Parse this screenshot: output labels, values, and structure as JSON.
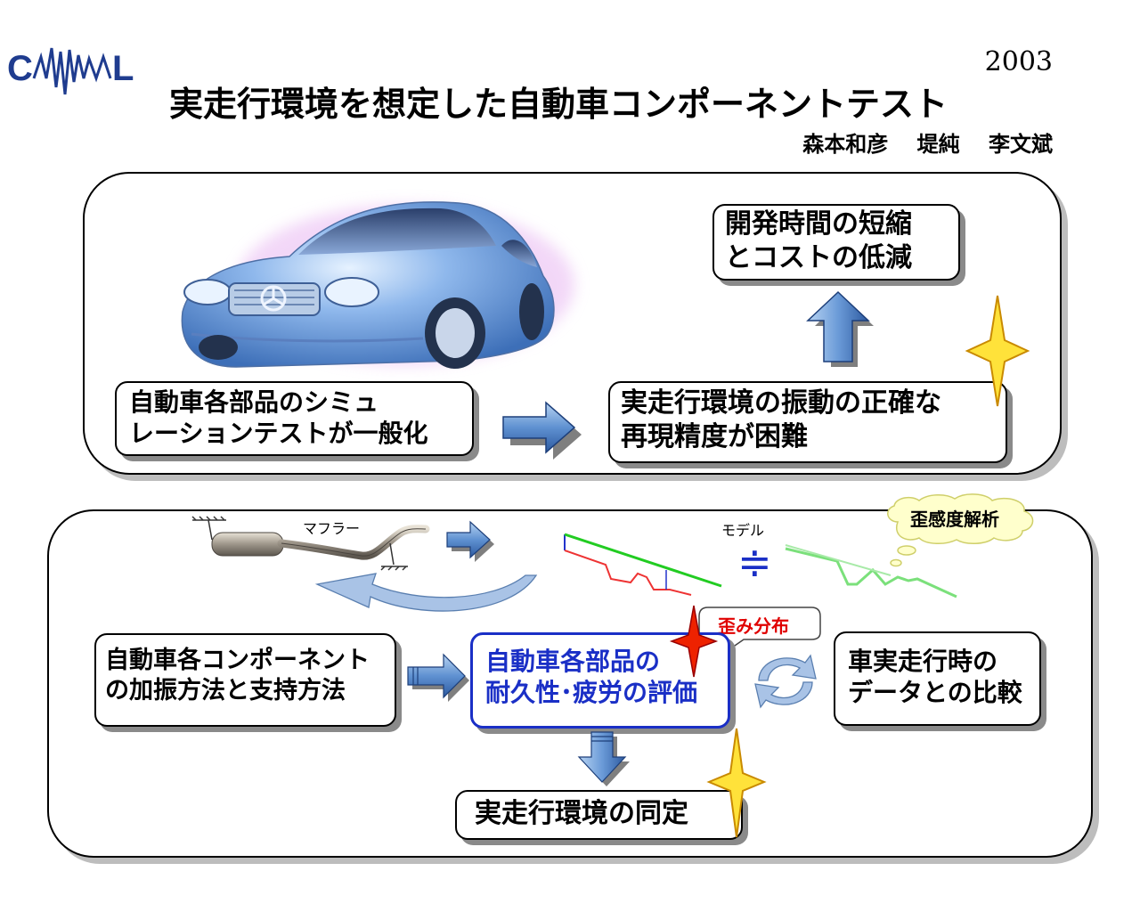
{
  "header": {
    "year": "2003",
    "title": "実走行環境を想定した自動車コンポーネントテスト",
    "authors": "森本和彦　 堤純　 李文斌",
    "logo_text": "CAMAL"
  },
  "top_panel": {
    "box_simulation": {
      "line1": "自動車各部品のシミュ",
      "line2": "レーションテストが一般化"
    },
    "box_difficulty": {
      "line1": "実走行環境の振動の正確な",
      "line2": "再現精度が困難"
    },
    "box_goal": {
      "line1": "開発時間の短縮",
      "line2": "とコストの低減"
    }
  },
  "bottom_panel": {
    "label_muffler": "マフラー",
    "label_model": "モデル",
    "approx_symbol": "≑",
    "cloud_label": "歪感度解析",
    "callout_label": "歪み分布",
    "box_method": {
      "line1": "自動車各コンポーネント",
      "line2": "の加振方法と支持方法"
    },
    "box_evaluation": {
      "line1": "自動車各部品の",
      "line2": "耐久性･疲労の評価"
    },
    "box_compare": {
      "line1": "車実走行時の",
      "line2": "データとの比較"
    },
    "box_identify": "実走行環境の同定"
  },
  "colors": {
    "accent_blue": "#1a2fc6",
    "arrow_blue": "#6f9fd6",
    "callout_red": "#e00000",
    "star_yellow": "#ffe23a"
  }
}
